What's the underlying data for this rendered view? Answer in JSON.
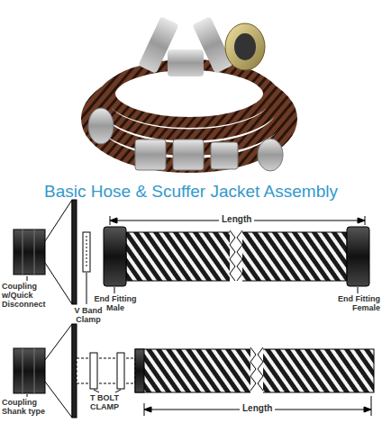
{
  "diagram": {
    "title": "Basic Hose & Scuffer Jacket Assembly",
    "labels": [
      "Length",
      "Coupling w/Quick Disconnect",
      "V Band Clamp",
      "End Fitting Male",
      "End Fitting Female",
      "Coupling Shank type",
      "T BOLT CLAMP",
      "Length"
    ]
  }
}
